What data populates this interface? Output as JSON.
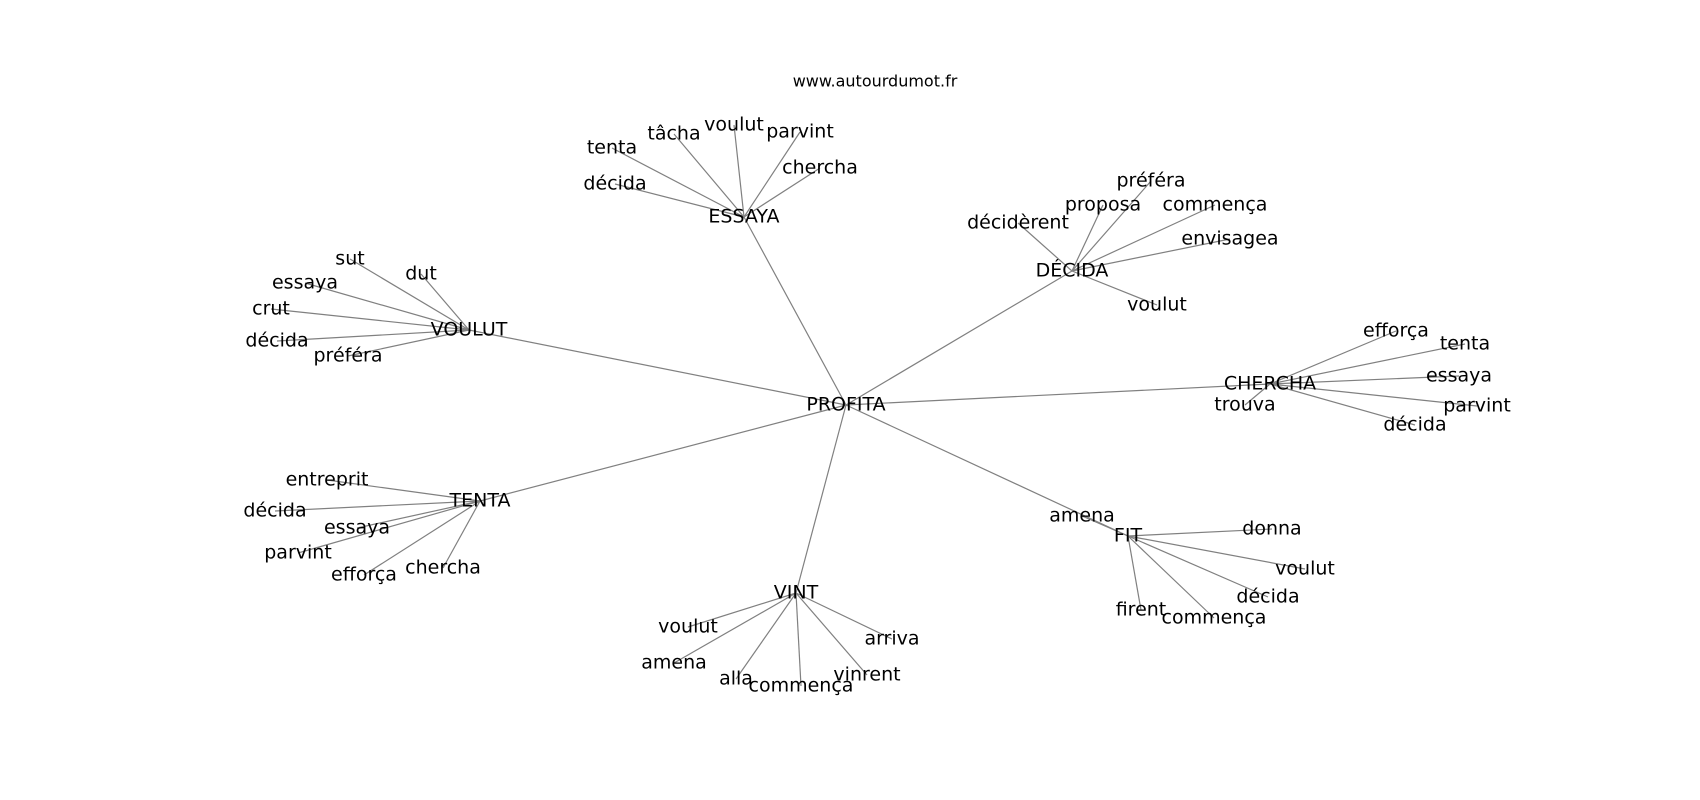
{
  "watermark": "www.autourdumot.fr",
  "colors": {
    "edge": "#808080",
    "text": "#000000",
    "background": "#ffffff"
  },
  "graph": {
    "center": "PROFITA",
    "hubs": [
      {
        "id": "essaya",
        "label": "ESSAYA",
        "leaves": [
          "tenta",
          "tâcha",
          "voulut",
          "parvint",
          "chercha",
          "décida"
        ]
      },
      {
        "id": "decida",
        "label": "DÉCIDA",
        "leaves": [
          "préféra",
          "proposa",
          "commença",
          "décidèrent",
          "envisagea",
          "voulut"
        ]
      },
      {
        "id": "voulut",
        "label": "VOULUT",
        "leaves": [
          "sut",
          "dut",
          "essaya",
          "crut",
          "décida",
          "préféra"
        ]
      },
      {
        "id": "chercha",
        "label": "CHERCHA",
        "leaves": [
          "efforça",
          "tenta",
          "essaya",
          "trouva",
          "parvint",
          "décida"
        ]
      },
      {
        "id": "tenta",
        "label": "TENTA",
        "leaves": [
          "entreprit",
          "décida",
          "essaya",
          "parvint",
          "efforça",
          "chercha"
        ]
      },
      {
        "id": "fit",
        "label": "FIT",
        "leaves": [
          "amena",
          "donna",
          "voulut",
          "décida",
          "firent",
          "commença"
        ]
      },
      {
        "id": "vint",
        "label": "VINT",
        "leaves": [
          "voulut",
          "arriva",
          "amena",
          "alla",
          "commença",
          "vinrent"
        ]
      }
    ]
  }
}
